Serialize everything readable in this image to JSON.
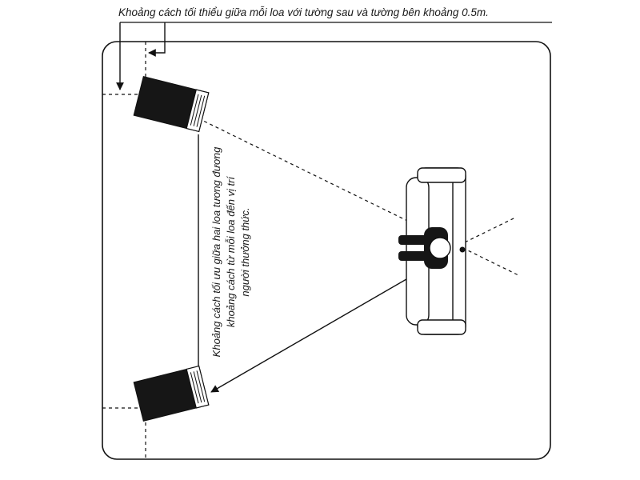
{
  "annotations": {
    "wall_clearance_note": "Khoảng cách tối thiểu giữa mỗi loa với tường sau và tường bên khoảng 0.5m.",
    "spacing_note": {
      "line1": "Khoảng cách tối ưu giữa hai loa tương đương",
      "line2": "khoảng cách từ mỗi loa đến vị trí",
      "line3": "người thưởng thức."
    }
  },
  "colors": {
    "line": "#111111",
    "speaker_fill": "#161616",
    "background": "#ffffff"
  }
}
